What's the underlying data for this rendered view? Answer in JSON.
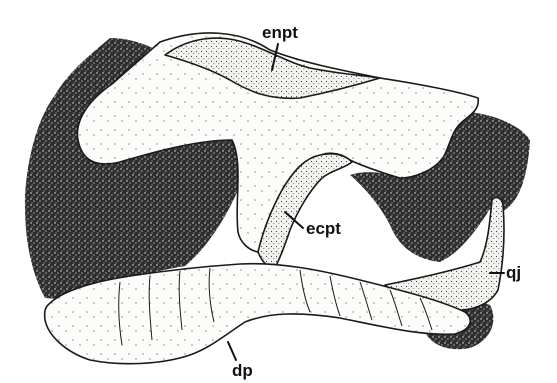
{
  "labels": {
    "enpt": "enpt",
    "ecpt": "ecpt",
    "qj": "qj",
    "dp": "dp"
  },
  "colors": {
    "background": "#ffffff",
    "ink": "#111111",
    "bone_fill": "#fbfbf8",
    "matrix_fill": "#3a3a3a"
  }
}
